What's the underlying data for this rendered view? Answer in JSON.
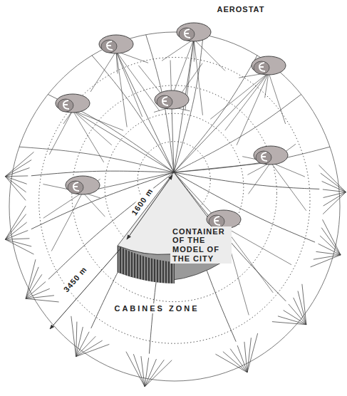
{
  "diagram": {
    "labels": [
      "AEROSTAT",
      "1600 m",
      "CONTAINER OF THE MODEL OF THE CITY",
      "3450 m",
      "CABINES ZONE"
    ]
  }
}
